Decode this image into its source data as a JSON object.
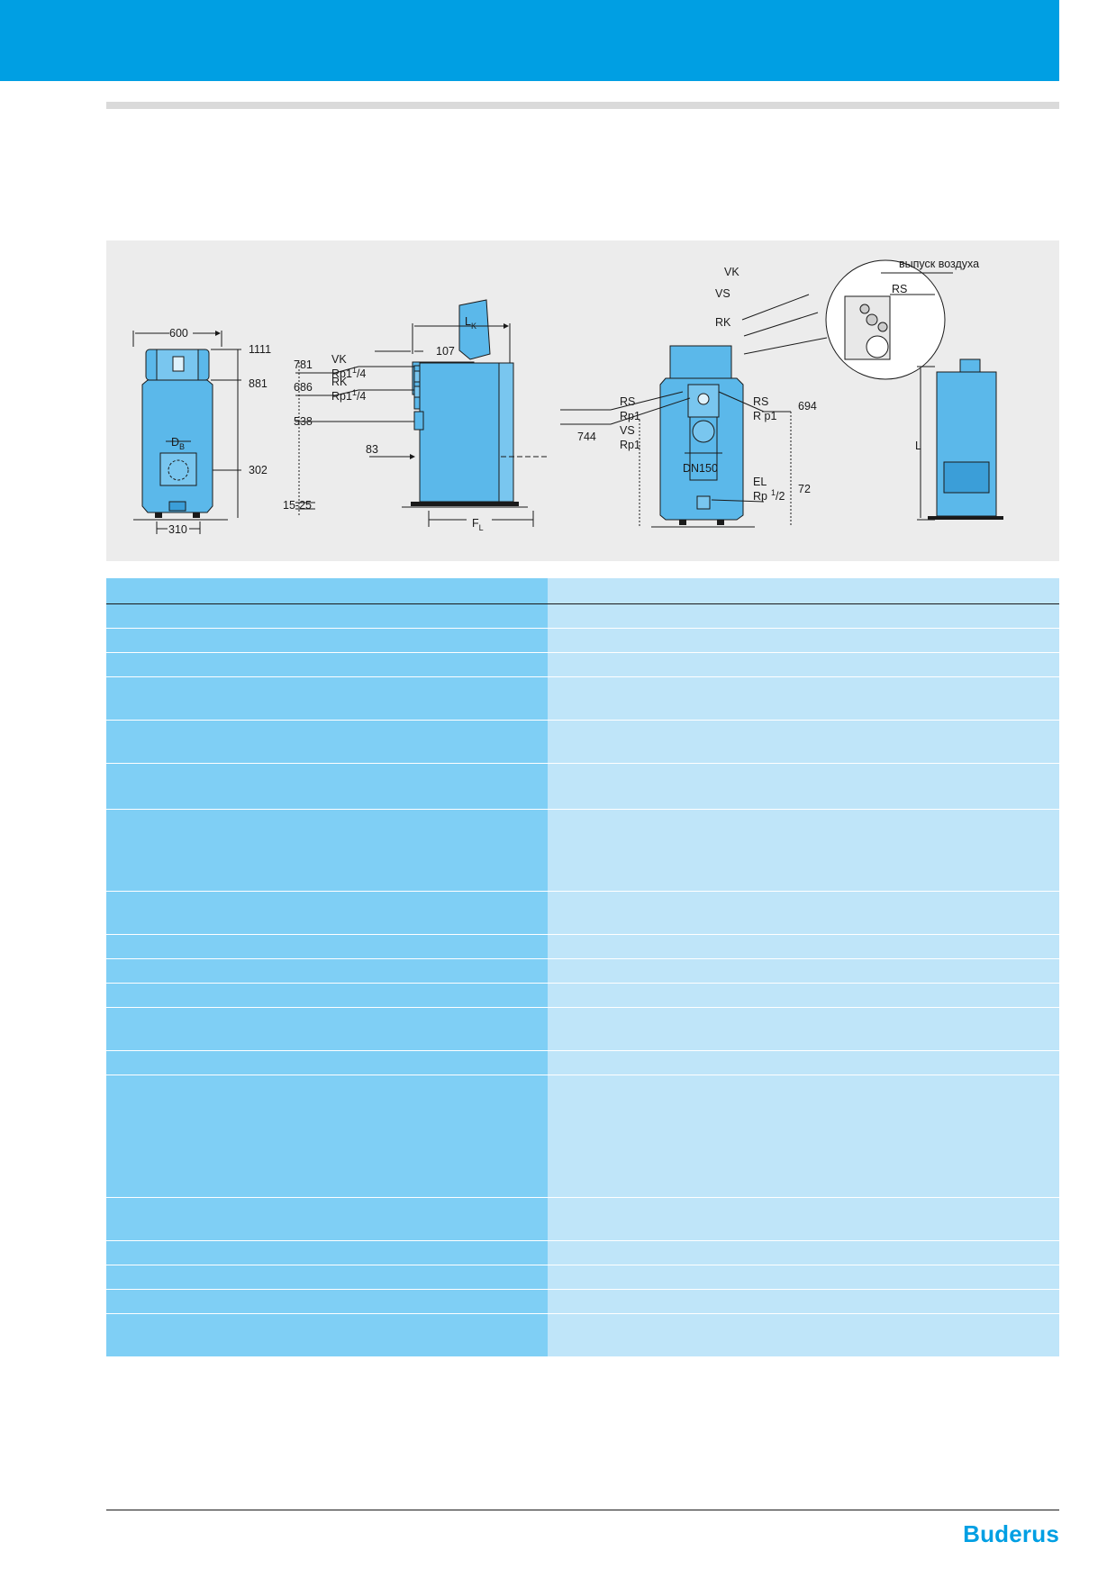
{
  "colors": {
    "band": "#009fe3",
    "boiler": "#5bb8ea",
    "table_left": "#7fcff5",
    "table_right": "#bfe5f9"
  },
  "drawing": {
    "front": {
      "w600": "600",
      "h1111": "1111",
      "h881": "881",
      "db_main": "D",
      "db_sub": "B",
      "h302": "302",
      "w310": "310"
    },
    "side": {
      "lk_main": "L",
      "lk_sub": "K",
      "d107": "107",
      "d781": "781",
      "vk": "VK",
      "rp_vk": "Rp1",
      "rp_vk_sup": "1",
      "rp_vk_frac": "/4",
      "d686": "686",
      "rk": "RK",
      "rp_rk": "Rp1",
      "rp_rk_sup": "1",
      "rp_rk_frac": "/4",
      "d538": "538",
      "d83": "83",
      "d15_25": "15-25",
      "fl_main": "F",
      "fl_sub": "L"
    },
    "rear": {
      "rs_left": "RS",
      "rp1_left": "Rp1",
      "vs": "VS",
      "rp1_vs": "Rp1",
      "d744": "744",
      "rs_right": "RS",
      "rp1_right": "R p1",
      "d694": "694",
      "dn150": "DN150",
      "el": "EL",
      "rp_el": "Rp",
      "rp_el_sup": "1",
      "rp_el_frac": "/2",
      "d72": "72"
    },
    "detail": {
      "vent": "выпуск воздуха",
      "vk": "VK",
      "vs": "VS",
      "rs": "RS",
      "rk": "RK"
    },
    "far": {
      "l": "L"
    }
  },
  "footer": {
    "logo": "Buderus"
  }
}
